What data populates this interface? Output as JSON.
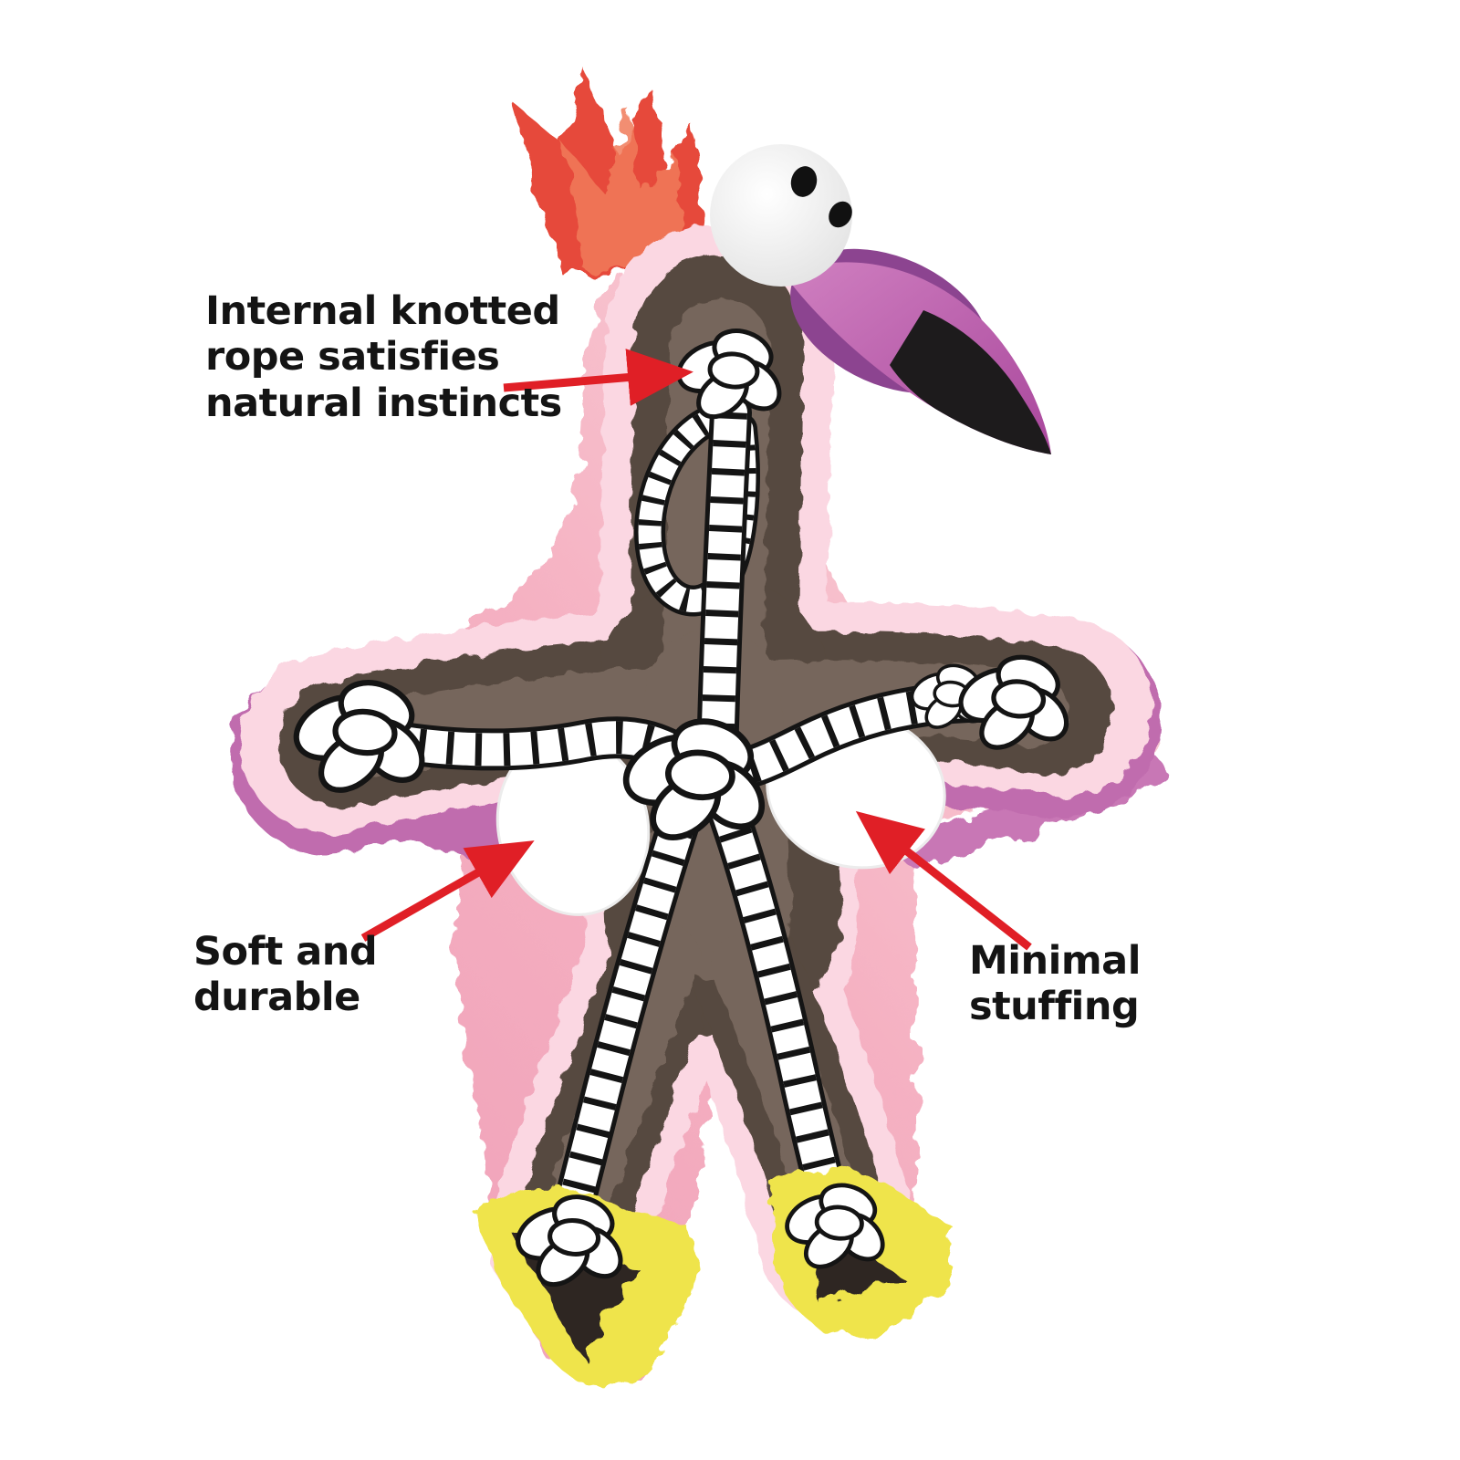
{
  "figure": {
    "title": "Plush flamingo dog toy cutaway diagram",
    "description": "Cutaway illustration of a pink plush flamingo dog toy revealing an internal knotted rope skeleton, minimal stuffing pads and a soft durable plush shell.",
    "background": "#ffffff"
  },
  "callouts": [
    {
      "id": "internal-rope",
      "text": "Internal knotted rope satisfies natural instincts",
      "lines": [
        "Internal knotted",
        "rope satisfies",
        "natural instincts"
      ]
    },
    {
      "id": "soft-durable",
      "text": "Soft and durable",
      "lines": [
        "Soft and",
        "durable"
      ]
    },
    {
      "id": "minimal-stuffing",
      "text": "Minimal stuffing",
      "lines": [
        "Minimal",
        "stuffing"
      ]
    }
  ],
  "colors": {
    "background": "#ffffff",
    "text": "#141414",
    "arrow_red": "#e01f26",
    "body_pink": "#f5b3c4",
    "body_pink_light": "#fbd9de",
    "rim_pink": "#fbd7e2",
    "accent_magenta": "#c06cae",
    "cavity_brown": "#6e5e54",
    "cavity_dark": "#57493f",
    "rope_white": "#ffffff",
    "rope_outline": "#141414",
    "hair_red": "#e64a3a",
    "beak_magenta": "#bb5cab",
    "beak_tip_black": "#1d1b1c",
    "head_purple": "#8c4490",
    "eye_white": "#ffffff",
    "pupil_black": "#111111",
    "stuffing_white": "#ffffff",
    "feet_yellow": "#efe44c"
  }
}
